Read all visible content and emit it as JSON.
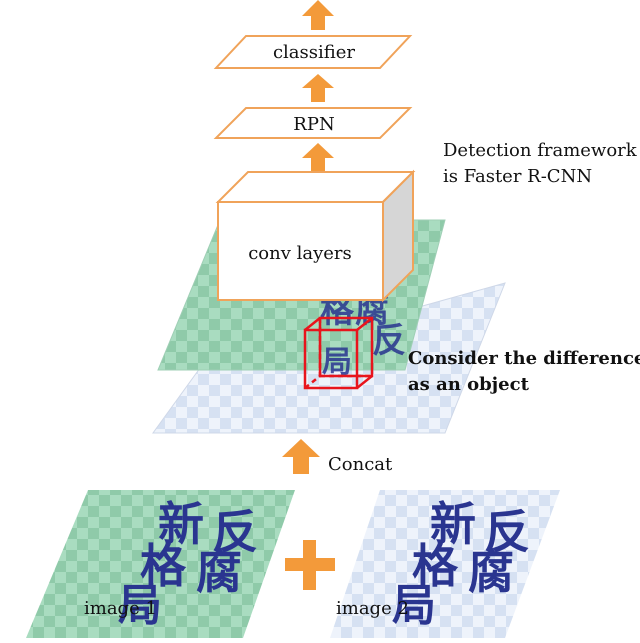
{
  "colors": {
    "arrow": "#f39a3a",
    "outline": "#f0a35a",
    "highlight": "#e8141c",
    "green_cover": "#a9dcc0",
    "blue_cover": "#e4ecf8",
    "title_ink": "#2a3590",
    "box_side": "#d6d6d6"
  },
  "icons": [
    "up-arrow-icon",
    "plus-icon"
  ],
  "pipeline": {
    "classifier_label": "classifier",
    "rpn_label": "RPN",
    "conv_label": "conv layers",
    "concat_label": "Concat"
  },
  "notes": {
    "framework_line1": "Detection framework",
    "framework_line2": "is Faster R-CNN",
    "difference_line1": "Consider the difference",
    "difference_line2": "as an object"
  },
  "inputs": {
    "image1_label": "image 1",
    "image2_label": "image 2",
    "cover_glyph_1": "新",
    "cover_glyph_2": "反",
    "cover_glyph_3": "格",
    "cover_glyph_4": "局",
    "cover_glyph_5": "腐"
  }
}
